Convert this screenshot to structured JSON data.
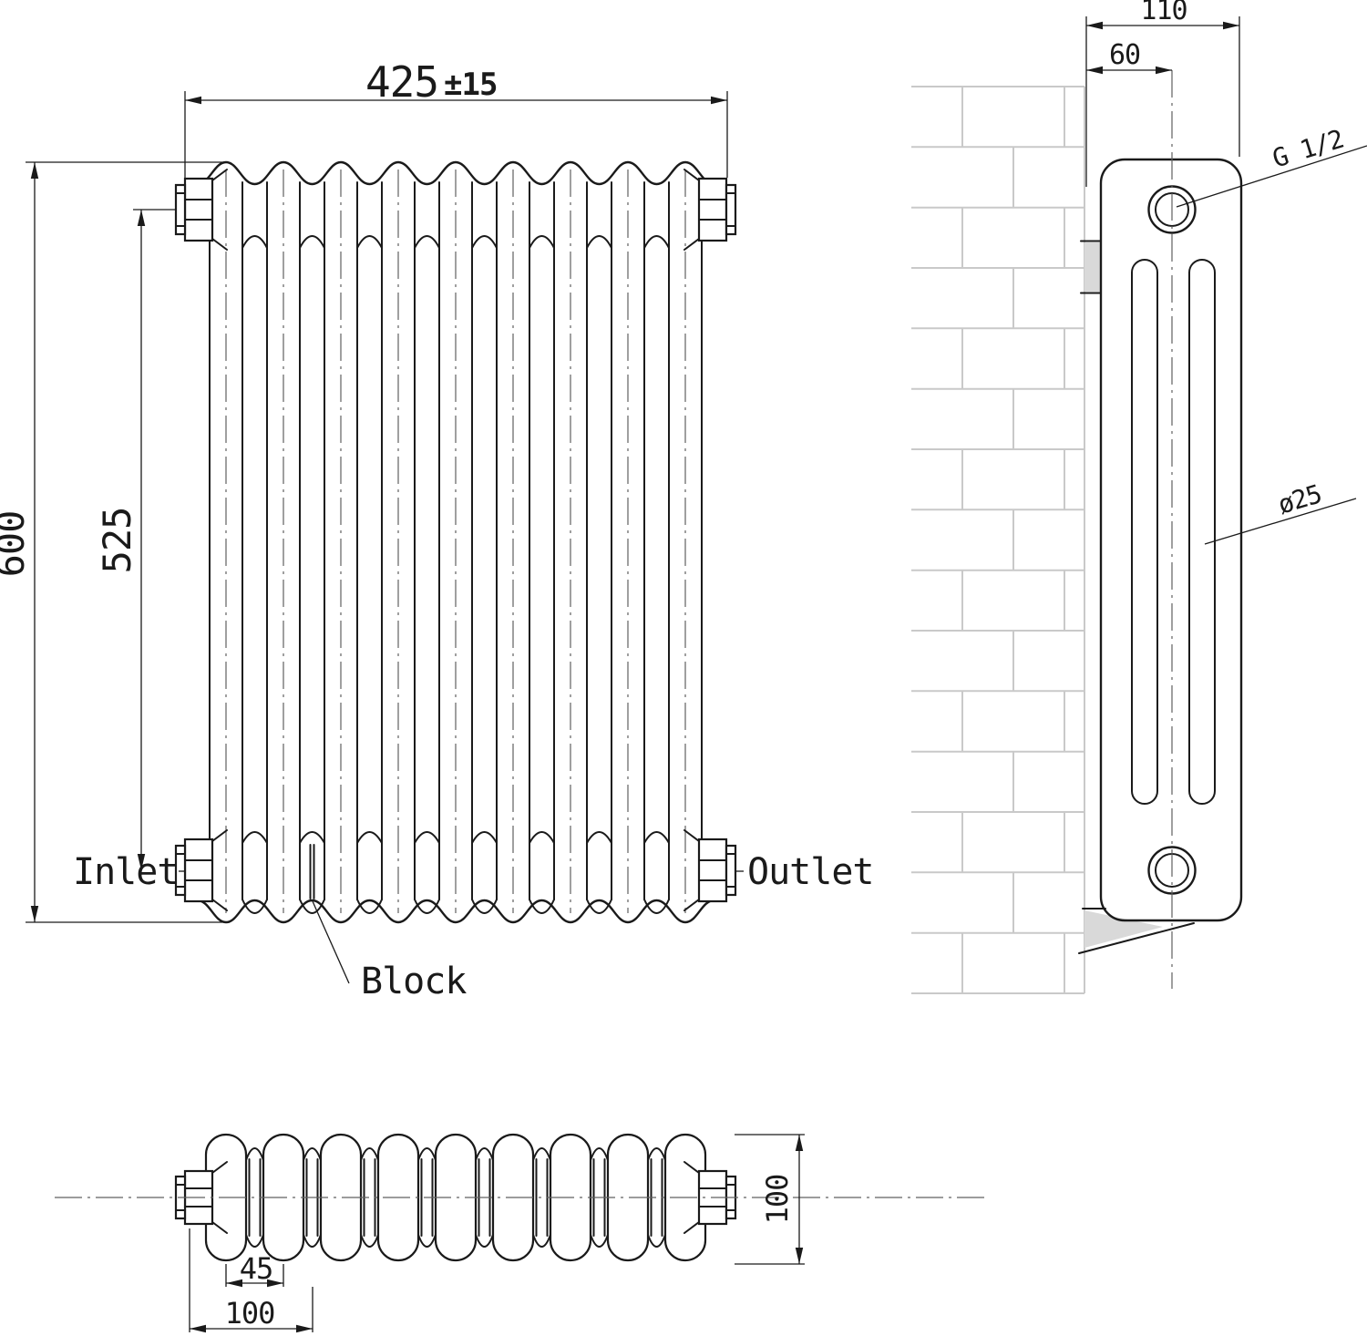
{
  "front_view": {
    "width": "425",
    "width_tolerance": "±15",
    "height": "600",
    "port_spacing": "525",
    "inlet_label": "Inlet",
    "outlet_label": "Outlet",
    "block_label": "Block"
  },
  "side_view": {
    "depth": "110",
    "port_offset": "60",
    "thread_label": "G 1/2",
    "column_diameter": "ø25"
  },
  "bottom_view": {
    "column_pitch": "45",
    "end_section": "100",
    "depth": "100"
  },
  "colors": {
    "line": "#1a1a1a",
    "cline": "#606060",
    "brick": "#c9c9c9",
    "bracket": "#d9d9d9",
    "background": "#ffffff"
  }
}
